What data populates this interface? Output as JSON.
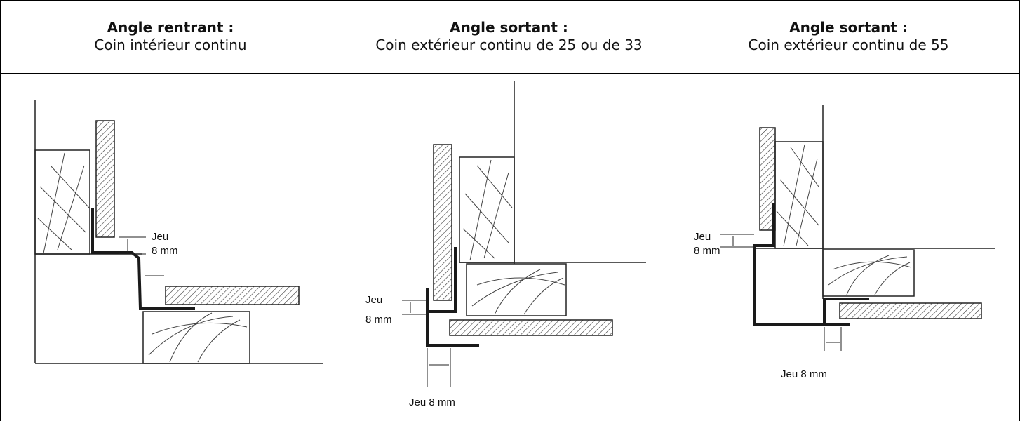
{
  "columns": [
    {
      "title": "Angle rentrant :",
      "subtitle": "Coin intérieur continu",
      "gap_label": "Jeu",
      "gap_value": "8 mm"
    },
    {
      "title": "Angle sortant :",
      "subtitle": "Coin extérieur continu de 25 ou de 33",
      "gap_label": "Jeu",
      "gap_value": "8 mm",
      "bottom_label": "Jeu 8 mm"
    },
    {
      "title": "Angle sortant :",
      "subtitle": "Coin extérieur continu de 55",
      "gap_label": "Jeu",
      "gap_value": "8 mm",
      "bottom_label": "Jeu 8 mm"
    }
  ],
  "colors": {
    "border": "#000000",
    "line": "#222222",
    "profile": "#1a1a1a"
  }
}
